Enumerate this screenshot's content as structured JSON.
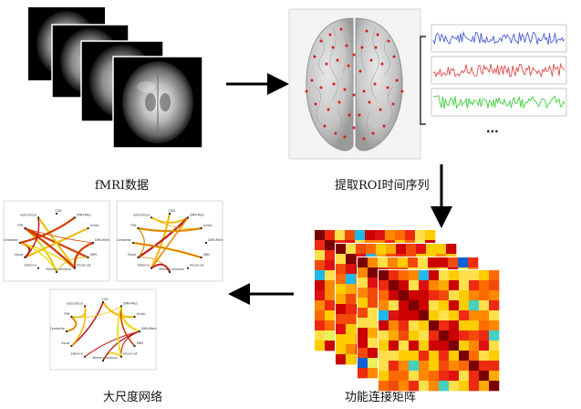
{
  "captions": {
    "fmri": "fMRI数据",
    "roi": "提取ROI时间序列",
    "matrix": "功能连接矩阵",
    "network": "大尺度网络"
  },
  "ellipsis": "...",
  "signal_colors": [
    "#4a5fd6",
    "#e34848",
    "#3ecf3e"
  ],
  "network_nodes": [
    "CON",
    "DMN-Med",
    "Limbic",
    "DMN-Mem",
    "SMN",
    "Visual-Lat",
    "Memory retrieval",
    "Salience",
    "Visual",
    "Cerebellar",
    "FPN",
    "Subcortical"
  ]
}
